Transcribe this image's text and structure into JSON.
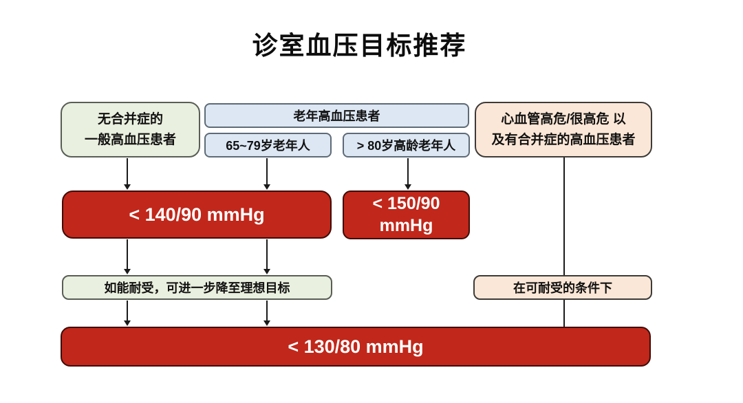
{
  "title": "诊室血压目标推荐",
  "colors": {
    "red": "#c1271a",
    "green-fill": "#eaf0df",
    "blue-fill": "#dce7f3",
    "peach-fill": "#fbe7d7",
    "arrow": "#1a1a1a"
  },
  "boxes": {
    "uncomplicated": {
      "line1": "无合并症的",
      "line2": "一般高血压患者"
    },
    "elderly_header": {
      "label": "老年高血压患者"
    },
    "age_65_79": {
      "label": "65~79岁老年人"
    },
    "age_over_80": {
      "label": "> 80岁高龄老年人"
    },
    "high_risk": {
      "line1": "心血管高危/很高危  以",
      "line2": "及有合并症的高血压患者"
    },
    "target_140": {
      "label": "< 140/90 mmHg"
    },
    "target_150": {
      "line1": "< 150/90",
      "line2": "mmHg"
    },
    "tolerated_left": {
      "label": "如能耐受，可进一步降至理想目标"
    },
    "tolerated_right": {
      "label": "在可耐受的条件下"
    },
    "target_130": {
      "label": "< 130/80 mmHg"
    }
  }
}
